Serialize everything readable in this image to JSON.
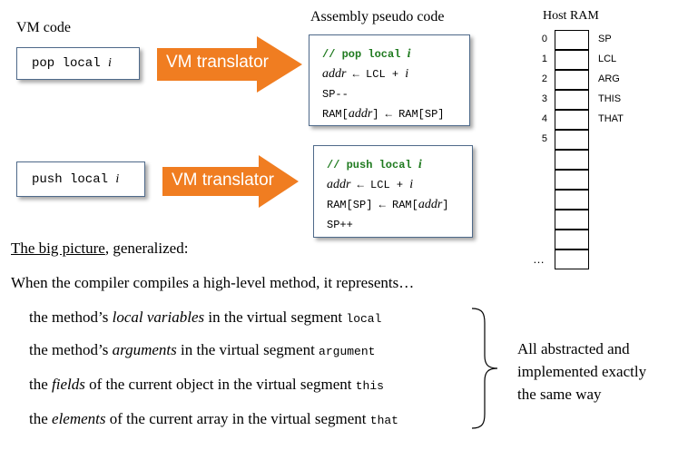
{
  "vm_code_label": "VM code",
  "asm_label": "Assembly pseudo code",
  "ram_label": "Host RAM",
  "pop": {
    "cmd_prefix": "pop local ",
    "cmd_var": "i",
    "translator": "VM translator",
    "comment": "// pop local ",
    "comment_var": "i",
    "line1_var": "addr",
    "line1_rest": " ← LCL + ",
    "line1_var2": "i",
    "line2": "SP--",
    "line3_pre": "RAM[",
    "line3_var": "addr",
    "line3_post": "] ← RAM[SP]"
  },
  "push": {
    "cmd_prefix": "push local ",
    "cmd_var": "i",
    "translator": "VM translator",
    "comment": "// push local ",
    "comment_var": "i",
    "line1_var": "addr",
    "line1_rest": " ← LCL + ",
    "line1_var2": "i",
    "line2_pre": "RAM[SP] ← RAM[",
    "line2_var": "addr",
    "line2_post": "]",
    "line3": "SP++"
  },
  "ram": {
    "indices": [
      "0",
      "1",
      "2",
      "3",
      "4",
      "5"
    ],
    "labels": [
      "SP",
      "LCL",
      "ARG",
      "THIS",
      "THAT"
    ],
    "ellipsis": "…"
  },
  "big_picture": {
    "title": "The big picture",
    "title_suffix": ", generalized:",
    "intro": "When the compiler compiles a high-level method, it represents…",
    "lines": [
      {
        "pre": "the method’s ",
        "em": "local variables",
        "mid": " in the virtual segment ",
        "code": "local"
      },
      {
        "pre": "the method’s ",
        "em": "arguments",
        "mid": " in the virtual segment ",
        "code": "argument"
      },
      {
        "pre": "the ",
        "em": "fields",
        "mid": " of the current object in the virtual segment ",
        "code": "this"
      },
      {
        "pre": "the ",
        "em": "elements",
        "mid": " of the current array in the virtual segment ",
        "code": "that"
      }
    ],
    "summary": [
      "All abstracted and",
      "implemented exactly",
      "the same way"
    ]
  },
  "colors": {
    "arrow": "#f07d21",
    "comment": "#1f7a1f",
    "box_border": "#4f6a8a"
  }
}
